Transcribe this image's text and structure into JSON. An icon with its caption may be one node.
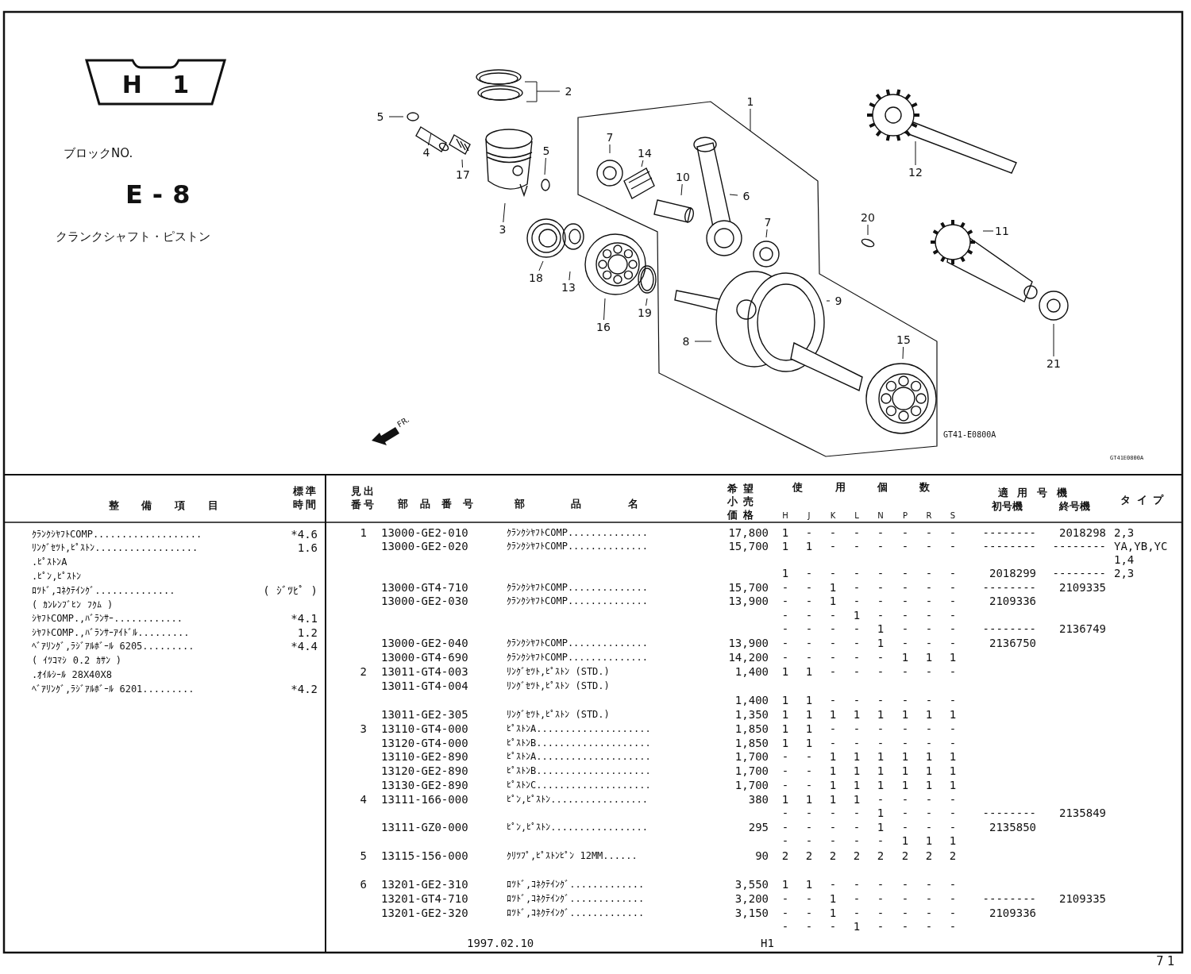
{
  "diagram": {
    "nodes": [
      {
        "text": [
          "H 1"
        ]
      },
      {
        "text": [
          "2"
        ]
      },
      {
        "text": [
          "1"
        ]
      },
      {
        "text": [
          "5"
        ]
      },
      {
        "text": [
          "7"
        ]
      },
      {
        "text": [
          "5"
        ]
      },
      {
        "text": [
          "4"
        ]
      },
      {
        "text": [
          "14"
        ]
      },
      {
        "text": [
          "12"
        ]
      },
      {
        "text": [
          "17"
        ]
      },
      {
        "text": [
          "10"
        ]
      },
      {
        "text": [
          "6"
        ]
      },
      {
        "text": [
          "20"
        ]
      },
      {
        "text": [
          "7"
        ]
      },
      {
        "text": [
          "3"
        ]
      },
      {
        "text": [
          "11"
        ]
      },
      {
        "text": [
          "18"
        ]
      },
      {
        "text": [
          "13"
        ]
      },
      {
        "text": [
          "9"
        ]
      },
      {
        "text": [
          "19"
        ]
      },
      {
        "text": [
          "16"
        ]
      },
      {
        "text": [
          "15"
        ]
      },
      {
        "text": [
          "8"
        ]
      },
      {
        "text": [
          "21"
        ]
      }
    ],
    "edges": [
      {
        "from": 1,
        "to": null,
        "arrow": "none"
      },
      {
        "from": 2,
        "to": null,
        "arrow": "none"
      },
      {
        "from": 3,
        "to": null,
        "arrow": "none"
      },
      {
        "from": 4,
        "to": null,
        "arrow": "none"
      },
      {
        "from": 5,
        "to": null,
        "arrow": "none"
      },
      {
        "from": 6,
        "to": null,
        "arrow": "none"
      },
      {
        "from": 7,
        "to": null,
        "arrow": "none"
      },
      {
        "from": 8,
        "to": null,
        "arrow": "none"
      },
      {
        "from": 9,
        "to": null,
        "arrow": "none"
      },
      {
        "from": 10,
        "to": null,
        "arrow": "none"
      },
      {
        "from": 11,
        "to": null,
        "arrow": "none"
      },
      {
        "from": 12,
        "to": null,
        "arrow": "none"
      },
      {
        "from": 13,
        "to": null,
        "arrow": "none"
      },
      {
        "from": 14,
        "to": null,
        "arrow": "none"
      },
      {
        "from": 15,
        "to": null,
        "arrow": "none"
      },
      {
        "from": 16,
        "to": null,
        "arrow": "none"
      },
      {
        "from": 17,
        "to": null,
        "arrow": "none"
      },
      {
        "from": 18,
        "to": null,
        "arrow": "none"
      },
      {
        "from": 19,
        "to": null,
        "arrow": "none"
      },
      {
        "from": 20,
        "to": null,
        "arrow": "none"
      },
      {
        "from": 21,
        "to": null,
        "arrow": "none"
      },
      {
        "from": 22,
        "to": null,
        "arrow": "none"
      },
      {
        "from": 23,
        "to": null,
        "arrow": "none"
      }
    ],
    "labels": [
      "ブロックNO.",
      "E-8",
      "クランクシャフト・ピストン",
      "FR.",
      "GT41-E0800A",
      "GT41E0800A",
      "整備項目",
      "標準時間",
      "ｸﾗﾝｸｼﾔﾌﾄCOMP...................",
      "*4.6",
      "ﾘﾝｸﾞｾﾂﾄ,ﾋﾟｽﾄﾝ..................",
      "1.6",
      ".ﾋﾟｽﾄﾝA",
      ".ﾋﾟﾝ,ﾋﾟｽﾄﾝ",
      "ﾛﾂﾄﾞ,ｺﾈｸﾃｲﾝｸﾞ..............",
      "( ｼﾞﾂﾋﾟ )",
      "( ｶﾝﾚﾝﾌﾞﾋﾝ ﾌｸﾑ )",
      "ｼﾔﾌﾄCOMP.,ﾊﾞﾗﾝｻｰ............",
      "*4.1",
      "ｼﾔﾌﾄCOMP.,ﾊﾞﾗﾝｻｰｱｲﾄﾞﾙ.........",
      "1.2",
      "ﾍﾞｱﾘﾝｸﾞ,ﾗｼﾞｱﾙﾎﾞｰﾙ 6205.........",
      "*4.4",
      "( ｲﾂｺﾏｼ 0.2 ｶｻﾝ )",
      ".ｵｲﾙｼｰﾙ 28X40X8",
      "ﾍﾞｱﾘﾝｸﾞ,ﾗｼﾞｱﾙﾎﾞｰﾙ 6201.........",
      "*4.2",
      "見出番号",
      "部品番号",
      "部品名",
      "希望小売価格",
      "使用個数",
      "H",
      "J",
      "K",
      "L",
      "N",
      "P",
      "R",
      "S",
      "適用号機",
      "初号機",
      "終号機",
      "タイプ",
      "1",
      "13000-GE2-010",
      "ｸﾗﾝｸｼﾔﾌﾄCOMP..............",
      "17,800",
      "1",
      "-",
      "-",
      "-",
      "-",
      "-",
      "-",
      "-",
      "--------",
      "2018298",
      "2,3",
      "13000-GE2-020",
      "ｸﾗﾝｸｼﾔﾌﾄCOMP..............",
      "15,700",
      "1",
      "1",
      "-",
      "-",
      "-",
      "-",
      "-",
      "-",
      "--------",
      "--------",
      "YA,YB,YC",
      "1,4",
      "1",
      "-",
      "-",
      "-",
      "-",
      "-",
      "-",
      "-",
      "2018299",
      "--------",
      "2,3",
      "13000-GT4-710",
      "ｸﾗﾝｸｼﾔﾌﾄCOMP..............",
      "15,700",
      "-",
      "-",
      "1",
      "-",
      "-",
      "-",
      "-",
      "-",
      "--------",
      "2109335",
      "13000-GE2-030",
      "ｸﾗﾝｸｼﾔﾌﾄCOMP..............",
      "13,900",
      "-",
      "-",
      "1",
      "-",
      "-",
      "-",
      "-",
      "-",
      "2109336",
      "-",
      "-",
      "-",
      "1",
      "-",
      "-",
      "-",
      "-",
      "-",
      "-",
      "-",
      "-",
      "1",
      "-",
      "-",
      "-",
      "--------",
      "2136749",
      "13000-GE2-040",
      "ｸﾗﾝｸｼﾔﾌﾄCOMP..............",
      "13,900",
      "-",
      "-",
      "-",
      "-",
      "1",
      "-",
      "-",
      "-",
      "2136750",
      "13000-GT4-690",
      "ｸﾗﾝｸｼﾔﾌﾄCOMP..............",
      "14,200",
      "-",
      "-",
      "-",
      "-",
      "-",
      "1",
      "1",
      "1",
      "2",
      "13011-GT4-003",
      "ﾘﾝｸﾞｾﾂﾄ,ﾋﾟｽﾄﾝ (STD.)",
      "1,400",
      "1",
      "1",
      "-",
      "-",
      "-",
      "-",
      "-",
      "-",
      "13011-GT4-004",
      "ﾘﾝｸﾞｾﾂﾄ,ﾋﾟｽﾄﾝ (STD.)",
      "1,400",
      "1",
      "1",
      "-",
      "-",
      "-",
      "-",
      "-",
      "-",
      "13011-GE2-305",
      "ﾘﾝｸﾞｾﾂﾄ,ﾋﾟｽﾄﾝ (STD.)",
      "1,350",
      "1",
      "1",
      "1",
      "1",
      "1",
      "1",
      "1",
      "1",
      "3",
      "13110-GT4-000",
      "ﾋﾟｽﾄﾝA....................",
      "1,850",
      "1",
      "1",
      "-",
      "-",
      "-",
      "-",
      "-",
      "-",
      "13120-GT4-000",
      "ﾋﾟｽﾄﾝB....................",
      "1,850",
      "1",
      "1",
      "-",
      "-",
      "-",
      "-",
      "-",
      "-",
      "13110-GE2-890",
      "ﾋﾟｽﾄﾝA....................",
      "1,700",
      "-",
      "-",
      "1",
      "1",
      "1",
      "1",
      "1",
      "1",
      "13120-GE2-890",
      "ﾋﾟｽﾄﾝB....................",
      "1,700",
      "-",
      "-",
      "1",
      "1",
      "1",
      "1",
      "1",
      "1",
      "13130-GE2-890",
      "ﾋﾟｽﾄﾝC....................",
      "1,700",
      "-",
      "-",
      "1",
      "1",
      "1",
      "1",
      "1",
      "1",
      "4",
      "13111-166-000",
      "ﾋﾟﾝ,ﾋﾟｽﾄﾝ.................",
      "380",
      "1",
      "1",
      "1",
      "1",
      "-",
      "-",
      "-",
      "-",
      "-",
      "-",
      "-",
      "-",
      "1",
      "-",
      "-",
      "-",
      "--------",
      "2135849",
      "13111-GZ0-000",
      "ﾋﾟﾝ,ﾋﾟｽﾄﾝ.................",
      "295",
      "-",
      "-",
      "-",
      "-",
      "1",
      "-",
      "-",
      "-",
      "2135850",
      "-",
      "-",
      "-",
      "-",
      "-",
      "1",
      "1",
      "1",
      "5",
      "13115-156-000",
      "ｸﾘﾂﾌﾟ,ﾋﾟｽﾄﾝﾋﾟﾝ 12MM......",
      "90",
      "2",
      "2",
      "2",
      "2",
      "2",
      "2",
      "2",
      "2",
      "6",
      "13201-GE2-310",
      "ﾛﾂﾄﾞ,ｺﾈｸﾃｲﾝｸﾞ.............",
      "3,550",
      "1",
      "1",
      "-",
      "-",
      "-",
      "-",
      "-",
      "-",
      "13201-GT4-710",
      "ﾛﾂﾄﾞ,ｺﾈｸﾃｲﾝｸﾞ.............",
      "3,200",
      "-",
      "-",
      "1",
      "-",
      "-",
      "-",
      "-",
      "-",
      "--------",
      "2109335",
      "13201-GE2-320",
      "ﾛﾂﾄﾞ,ｺﾈｸﾃｲﾝｸﾞ.............",
      "3,150",
      "-",
      "-",
      "1",
      "-",
      "-",
      "-",
      "-",
      "-",
      "2109336",
      "-",
      "-",
      "-",
      "1",
      "-",
      "-",
      "-",
      "-",
      "1997.02.10",
      "H1",
      "71"
    ]
  }
}
